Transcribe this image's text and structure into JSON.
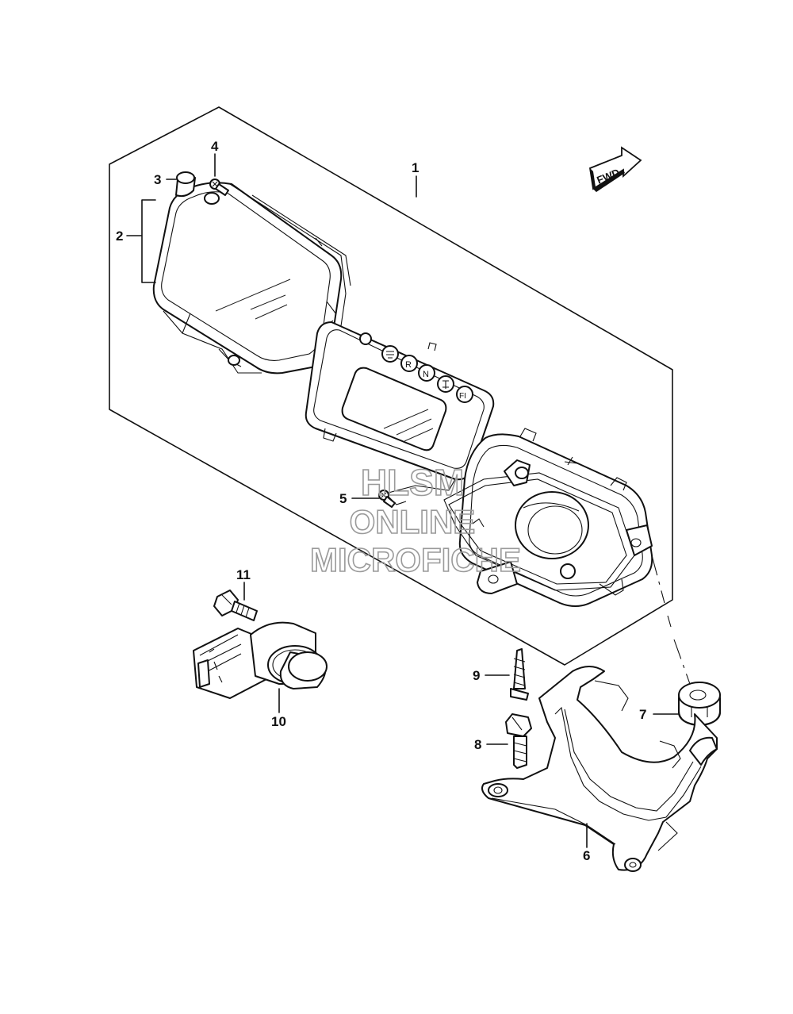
{
  "diagram": {
    "fwd_label": "FWD",
    "watermark": [
      "HLSM",
      "ONLINE",
      "MICROFICHE"
    ],
    "callouts": [
      {
        "id": "1",
        "label": "1"
      },
      {
        "id": "2",
        "label": "2"
      },
      {
        "id": "3",
        "label": "3"
      },
      {
        "id": "4",
        "label": "4"
      },
      {
        "id": "5",
        "label": "5"
      },
      {
        "id": "6",
        "label": "6"
      },
      {
        "id": "7",
        "label": "7"
      },
      {
        "id": "8",
        "label": "8"
      },
      {
        "id": "9",
        "label": "9"
      },
      {
        "id": "10",
        "label": "10"
      },
      {
        "id": "11",
        "label": "11"
      }
    ],
    "indicator_letters": [
      "R",
      "N",
      "FI"
    ]
  }
}
